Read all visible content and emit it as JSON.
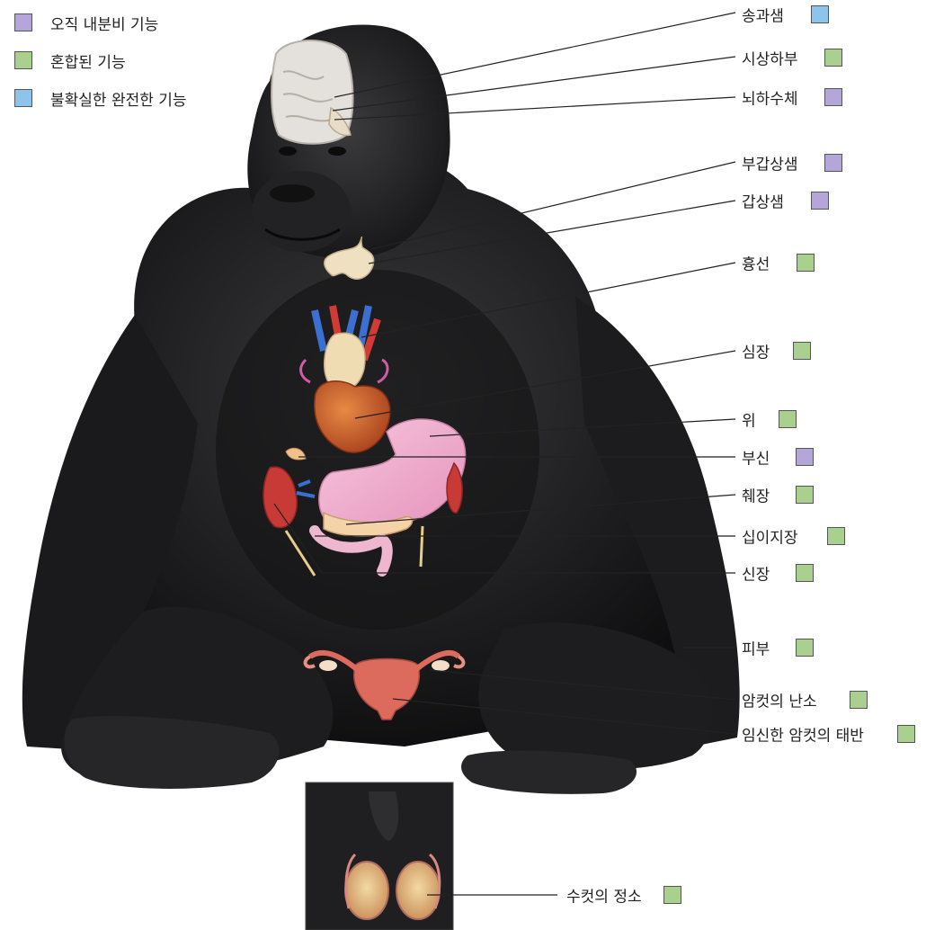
{
  "colors": {
    "endocrine_only": "#b4a6d8",
    "mixed": "#a9d08e",
    "uncertain": "#8cc4ec"
  },
  "legend": [
    {
      "label": "오직 내분비 기능",
      "color_key": "endocrine_only"
    },
    {
      "label": "혼합된 기능",
      "color_key": "mixed"
    },
    {
      "label": "불확실한 완전한 기능",
      "color_key": "uncertain"
    }
  ],
  "labels": [
    {
      "text": "송과샘",
      "color_key": "uncertain"
    },
    {
      "text": "시상하부",
      "color_key": "mixed"
    },
    {
      "text": "뇌하수체",
      "color_key": "endocrine_only"
    },
    {
      "text": "부갑상샘",
      "color_key": "endocrine_only"
    },
    {
      "text": "갑상샘",
      "color_key": "endocrine_only"
    },
    {
      "text": "흉선",
      "color_key": "mixed"
    },
    {
      "text": "심장",
      "color_key": "mixed"
    },
    {
      "text": "위",
      "color_key": "mixed"
    },
    {
      "text": "부신",
      "color_key": "endocrine_only"
    },
    {
      "text": "췌장",
      "color_key": "mixed"
    },
    {
      "text": "십이지장",
      "color_key": "mixed"
    },
    {
      "text": "신장",
      "color_key": "mixed"
    },
    {
      "text": "피부",
      "color_key": "mixed"
    },
    {
      "text": "암컷의 난소",
      "color_key": "mixed"
    },
    {
      "text": "임신한 암컷의 태반",
      "color_key": "mixed"
    },
    {
      "text": "수컷의 정소",
      "color_key": "mixed"
    }
  ]
}
